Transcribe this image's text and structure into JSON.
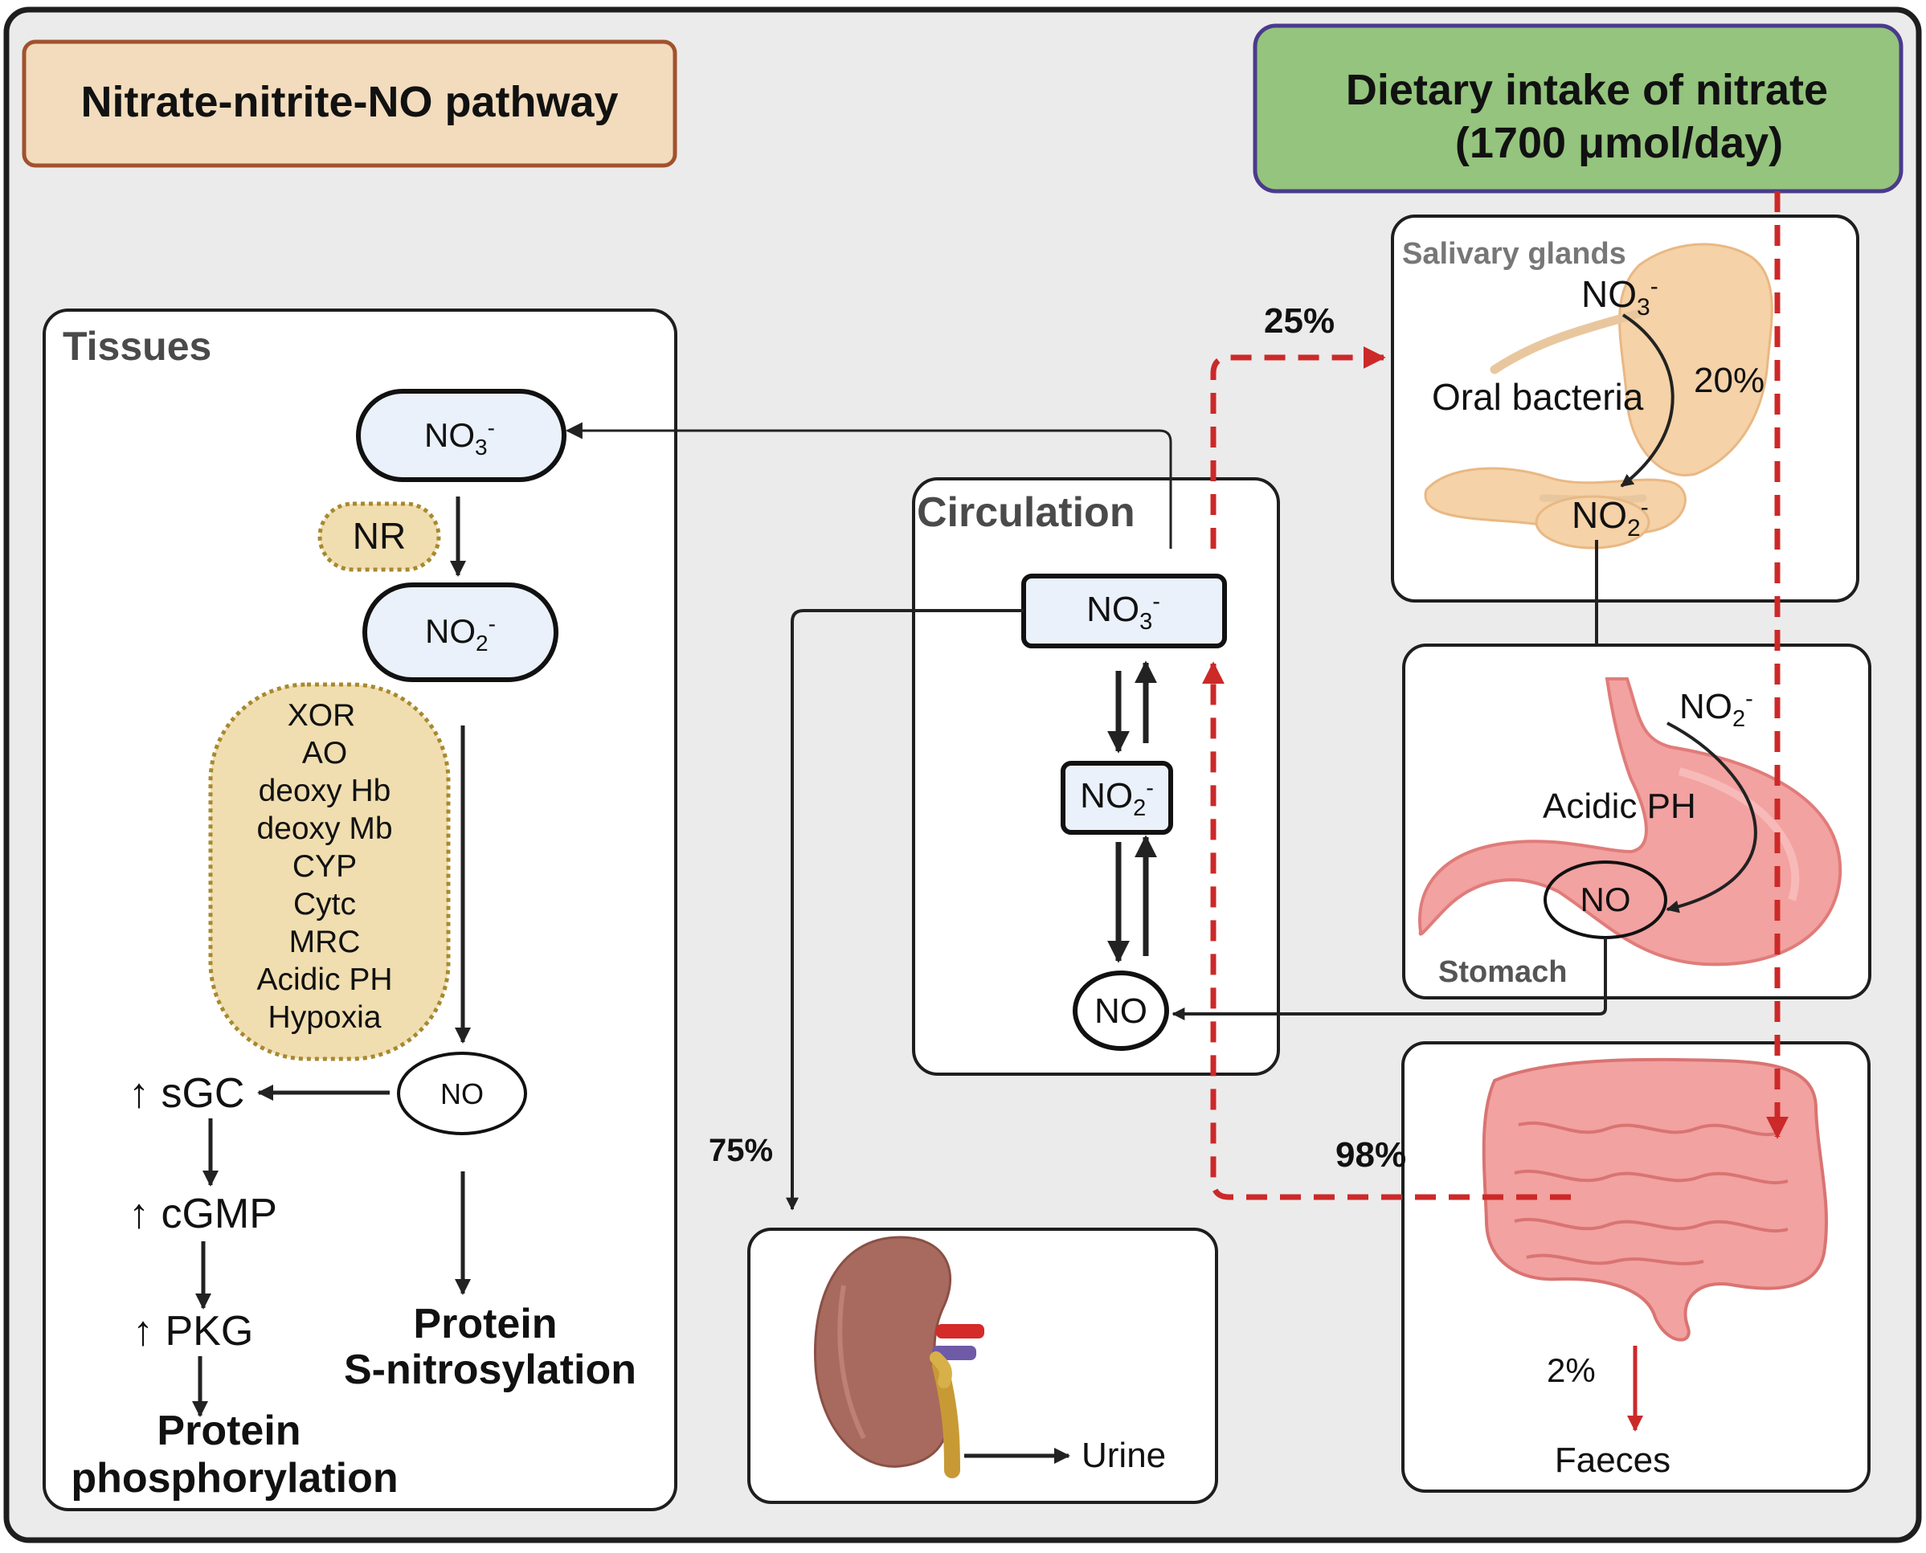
{
  "title": "Nitrate-nitrite-NO pathway",
  "dietary": {
    "line1": "Dietary intake of nitrate",
    "line2": "(1700 μmol/day)"
  },
  "tissues": {
    "label": "Tissues",
    "no3": "NO",
    "no3_sub": "3",
    "no3_sup": "-",
    "nr": "NR",
    "no2": "NO",
    "no2_sub": "2",
    "no2_sup": "-",
    "reductases": [
      "XOR",
      "AO",
      "deoxy Hb",
      "deoxy Mb",
      "CYP",
      "Cytc",
      "MRC",
      "Acidic PH",
      "Hypoxia"
    ],
    "no": "NO",
    "sgc": "↑ sGC",
    "cgmp": "↑ cGMP",
    "pkg": "↑  PKG",
    "phos_line1": "Protein",
    "phos_line2": "phosphorylation",
    "snit_line1": "Protein",
    "snit_line2": "S-nitrosylation"
  },
  "circulation": {
    "label": "Circulation",
    "no3": "NO",
    "no3_sub": "3",
    "no3_sup": "-",
    "no2": "NO",
    "no2_sub": "2",
    "no2_sup": "-",
    "no": "NO"
  },
  "salivary": {
    "label": "Salivary glands",
    "no3": "NO",
    "no3_sub": "3",
    "no3_sup": "-",
    "bacteria": "Oral bacteria",
    "pct": "20%",
    "no2": "NO",
    "no2_sub": "2",
    "no2_sup": "-"
  },
  "stomach": {
    "label": "Stomach",
    "no2": "NO",
    "no2_sub": "2",
    "no2_sup": "-",
    "acidic": "Acidic PH",
    "no": "NO"
  },
  "intestine": {
    "pct_faeces": "2%",
    "faeces": "Faeces"
  },
  "kidney": {
    "urine": "Urine"
  },
  "flows": {
    "to_salivary": "25%",
    "to_urine": "75%",
    "reabsorbed": "98%"
  },
  "colors": {
    "background": "#ebebeb",
    "title_fill": "#f2dcbd",
    "title_border": "#a0522d",
    "dietary_fill": "#94c47d",
    "dietary_border": "#4b3a8c",
    "node_fill": "#eaf1fb",
    "enzyme_fill": "#f0deb0",
    "enzyme_border": "#a8892f",
    "red_flow": "#cc2929",
    "organ_peach": "#f5d2a7",
    "stomach_pink": "#f2a2a0",
    "kidney_brown": "#a86a5e"
  }
}
